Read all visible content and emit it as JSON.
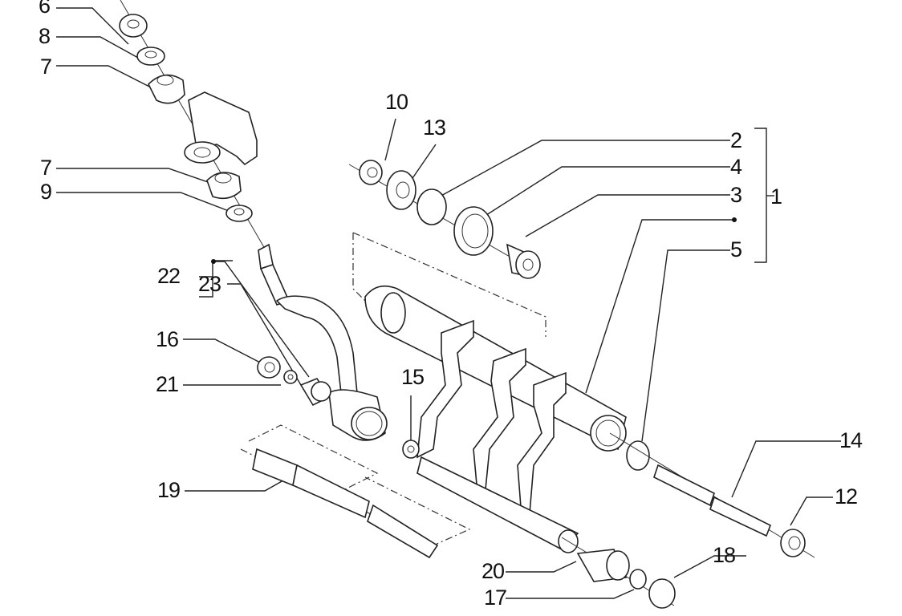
{
  "diagram": {
    "type": "exploded-parts-diagram",
    "callouts": [
      {
        "id": "c6",
        "label": "6"
      },
      {
        "id": "c8",
        "label": "8"
      },
      {
        "id": "c7a",
        "label": "7"
      },
      {
        "id": "c7b",
        "label": "7"
      },
      {
        "id": "c9",
        "label": "9"
      },
      {
        "id": "c10",
        "label": "10"
      },
      {
        "id": "c13",
        "label": "13"
      },
      {
        "id": "c2",
        "label": "2"
      },
      {
        "id": "c4",
        "label": "4"
      },
      {
        "id": "c3",
        "label": "3"
      },
      {
        "id": "c1",
        "label": "1"
      },
      {
        "id": "c5",
        "label": "5"
      },
      {
        "id": "c22",
        "label": "22"
      },
      {
        "id": "c23",
        "label": "23"
      },
      {
        "id": "c16",
        "label": "16"
      },
      {
        "id": "c21",
        "label": "21"
      },
      {
        "id": "c15",
        "label": "15"
      },
      {
        "id": "c19",
        "label": "19"
      },
      {
        "id": "c14",
        "label": "14"
      },
      {
        "id": "c12",
        "label": "12"
      },
      {
        "id": "c18",
        "label": "18"
      },
      {
        "id": "c20",
        "label": "20"
      },
      {
        "id": "c17",
        "label": "17"
      }
    ],
    "groups": [
      {
        "group_label": "1",
        "members": [
          "2",
          "4",
          "3",
          "5"
        ]
      },
      {
        "group_label": "22",
        "members": [
          "23"
        ]
      }
    ]
  }
}
